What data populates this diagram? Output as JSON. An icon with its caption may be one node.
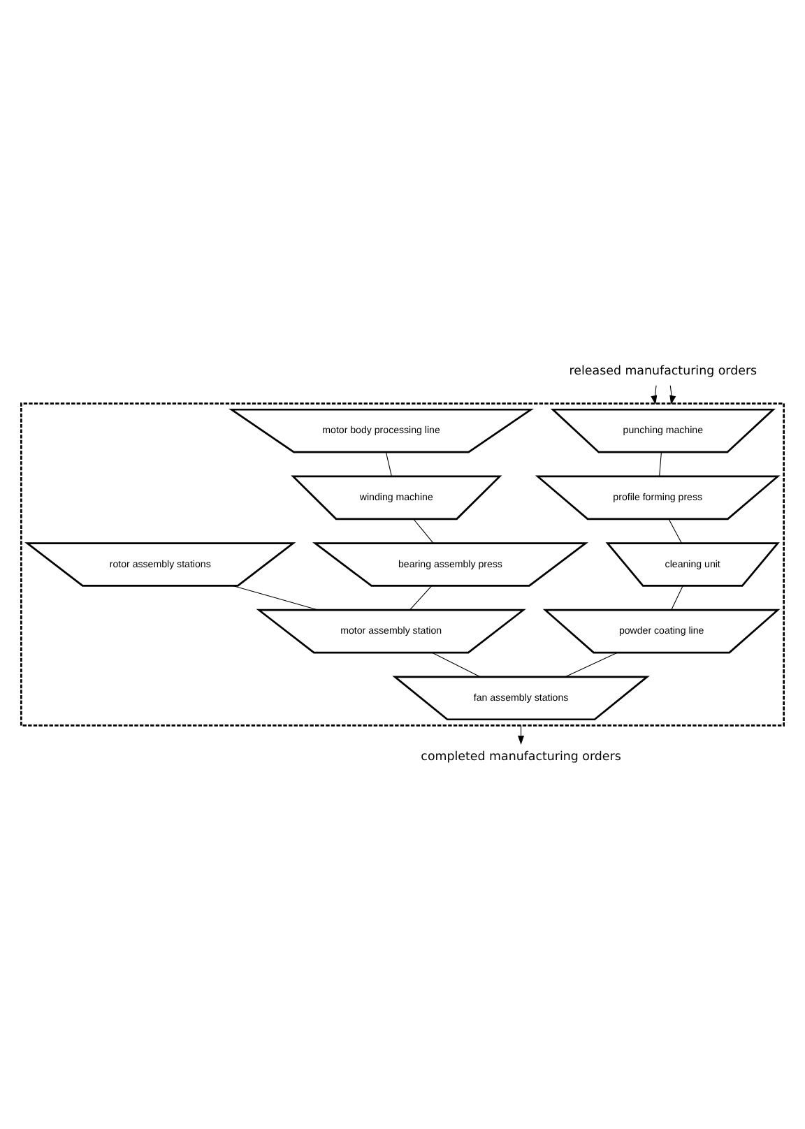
{
  "diagram": {
    "nodes": [
      {
        "text": [
          "released manufacturing orders"
        ]
      },
      {
        "text": [],
        "shape": "box"
      },
      {
        "text": [
          "punching machine"
        ],
        "in": 1
      },
      {
        "text": [
          "motor body processing line"
        ],
        "in": 1
      },
      {
        "text": [
          "profile forming press"
        ],
        "in": 1
      },
      {
        "text": [
          "winding machine"
        ],
        "in": 1
      },
      {
        "text": [
          "bearing assembly press"
        ],
        "in": 1
      },
      {
        "text": [
          "rotor assembly stations"
        ],
        "in": 1
      },
      {
        "text": [
          "cleaning unit"
        ],
        "in": 1
      },
      {
        "text": [
          "powder coating line"
        ],
        "in": 1
      },
      {
        "text": [
          "motor assembly station"
        ],
        "in": 1
      },
      {
        "text": [
          "fan assembly stations"
        ],
        "in": 1
      },
      {
        "text": [
          "completed manufacturing orders"
        ]
      }
    ],
    "edges": [
      {
        "from": 0,
        "to": 1,
        "arrow": "to"
      },
      {
        "from": 0,
        "to": 1,
        "arrow": "to"
      },
      {
        "from": 2,
        "to": 4,
        "arrow": "none"
      },
      {
        "from": 4,
        "to": 8,
        "arrow": "none"
      },
      {
        "from": 8,
        "to": 9,
        "arrow": "none"
      },
      {
        "from": 3,
        "to": 5,
        "arrow": "none"
      },
      {
        "from": 5,
        "to": 6,
        "arrow": "none"
      },
      {
        "from": 6,
        "to": 10,
        "arrow": "none"
      },
      {
        "from": 7,
        "to": 10,
        "arrow": "none"
      },
      {
        "from": 9,
        "to": 11,
        "arrow": "none"
      },
      {
        "from": 10,
        "to": 11,
        "arrow": "none"
      },
      {
        "from": 1,
        "to": 12,
        "arrow": "to"
      }
    ]
  }
}
